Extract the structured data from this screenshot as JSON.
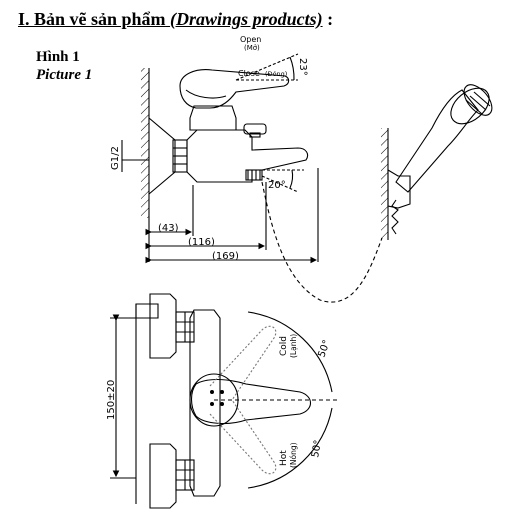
{
  "heading": {
    "prefix": "I. Bản vẽ sản phẩm",
    "english": "(Drawings products)",
    "suffix": " :"
  },
  "figure": {
    "label_vi": "Hình 1",
    "label_en": "Picture 1"
  },
  "side_view": {
    "open_label": "Open",
    "open_vi": "(Mở)",
    "close_label": "Close",
    "close_vi": "(Đóng)",
    "handle_angle": "23°",
    "spout_angle": "20°",
    "thread_label": "G1/2",
    "dim_43": "(43)",
    "dim_116": "(116)",
    "dim_169": "(169)"
  },
  "front_view": {
    "cold_label": "Cold",
    "cold_vi": "(Lạnh)",
    "hot_label": "Hot",
    "hot_vi": "(Nóng)",
    "cold_angle": "50°",
    "hot_angle": "50°",
    "center_distance": "150±20"
  }
}
